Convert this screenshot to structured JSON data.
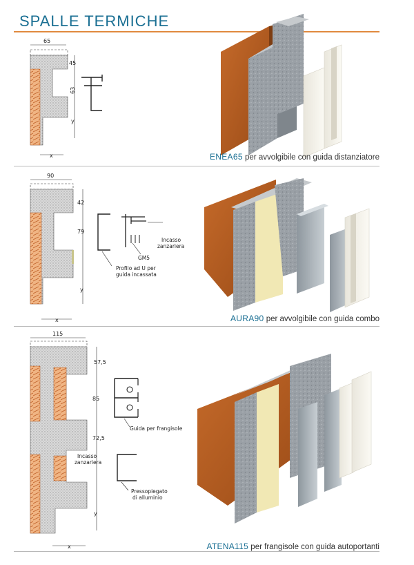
{
  "header": {
    "title": "SPALLE TERMICHE"
  },
  "panels": [
    {
      "code": "ENEA65",
      "caption": " per avvolgibile con guida distanziatore",
      "dims": {
        "width": "65",
        "top": "45",
        "mid": "63",
        "y": "y",
        "x": "x"
      }
    },
    {
      "code": "AURA90",
      "caption": " per avvolgibile con guida combo",
      "dims": {
        "width": "90",
        "top": "42",
        "mid": "79",
        "y": "y",
        "x": "x"
      },
      "labels": {
        "incasso": "Incasso",
        "zanzariera": "zanzariera",
        "gm": "GM5",
        "profilo1": "Profilo ad U per",
        "profilo2": "guida incassata"
      }
    },
    {
      "code": "ATENA115",
      "caption": " per frangisole con guida autoportanti",
      "dims": {
        "width": "115",
        "top": "57,5",
        "mid": "85",
        "low": "72,5",
        "y": "y",
        "x": "x"
      },
      "labels": {
        "guida": "Guida per frangisole",
        "incasso": "Incasso",
        "zanzariera": "zanzariera",
        "presso1": "Pressopiegato",
        "presso2": "di alluminio"
      }
    }
  ]
}
